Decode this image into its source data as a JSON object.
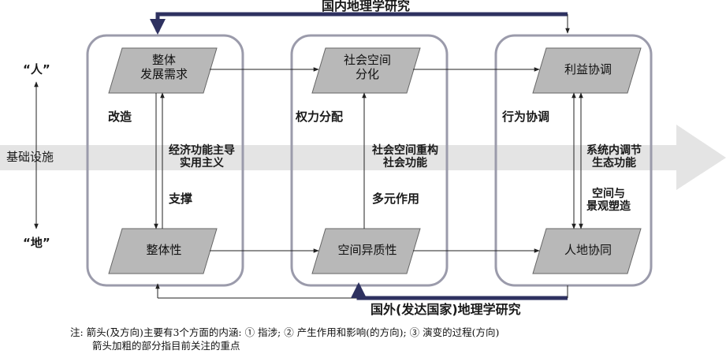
{
  "labels": {
    "top_title": "国内地理学研究",
    "bottom_title": "国外(发达国家)地理学研究",
    "ren": "“人”",
    "di": "“地”",
    "infrastructure": "基础设施"
  },
  "nodes": {
    "demand_line1": "整体",
    "demand_line2": "发展需求",
    "wholeness": "整体性",
    "social_line1": "社会空间",
    "social_line2": "分化",
    "heterogeneity": "空间异质性",
    "interest": "利益协调",
    "human_land": "人地协同"
  },
  "edges": {
    "transform": "改造",
    "economic_line1": "经济功能主导",
    "economic_line2": "实用主义",
    "support": "支撑",
    "power": "权力分配",
    "restructure_line1": "社会空间重构",
    "restructure_line2": "社会功能",
    "multiple": "多元作用",
    "behavior": "行为协调",
    "system_line1": "系统内调节",
    "system_line2": "生态功能",
    "landscape_line1": "空间与",
    "landscape_line2": "景观塑造"
  },
  "note": {
    "line1": "注: 箭头(及方向)主要有3个方面的内涵: ① 指涉; ② 产生作用和影响(的方向); ③ 演变的过程(方向)",
    "line2": "箭头加粗的部分指目前关注的重点"
  },
  "colors": {
    "panel_border": "#9b9bab",
    "parallelogram": "#b8b8b8",
    "big_arrow": "#e4e4e4",
    "focus_arrow": "#2e3160",
    "line": "#222222"
  }
}
